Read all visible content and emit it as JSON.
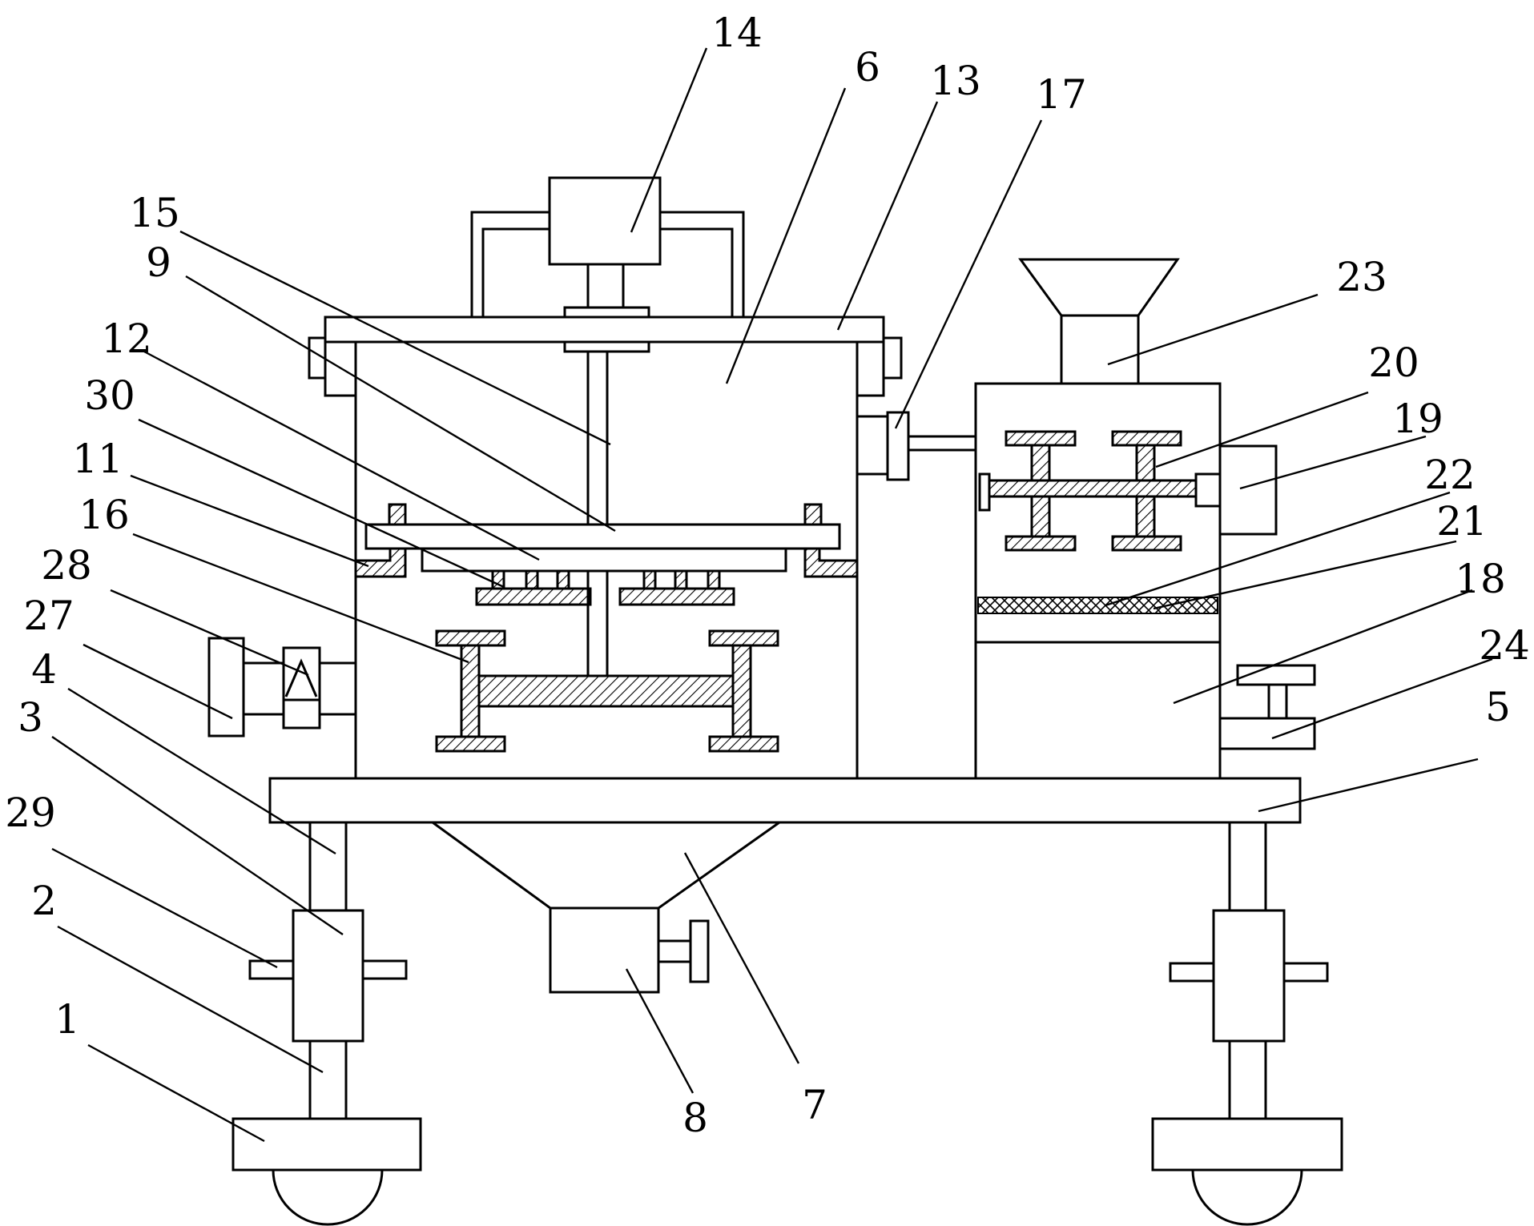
{
  "labels": [
    {
      "id": "1",
      "text": "1"
    },
    {
      "id": "2",
      "text": "2"
    },
    {
      "id": "3",
      "text": "3"
    },
    {
      "id": "4",
      "text": "4"
    },
    {
      "id": "5",
      "text": "5"
    },
    {
      "id": "6",
      "text": "6"
    },
    {
      "id": "7",
      "text": "7"
    },
    {
      "id": "8",
      "text": "8"
    },
    {
      "id": "9",
      "text": "9"
    },
    {
      "id": "11",
      "text": "11"
    },
    {
      "id": "12",
      "text": "12"
    },
    {
      "id": "13",
      "text": "13"
    },
    {
      "id": "14",
      "text": "14"
    },
    {
      "id": "15",
      "text": "15"
    },
    {
      "id": "16",
      "text": "16"
    },
    {
      "id": "17",
      "text": "17"
    },
    {
      "id": "18",
      "text": "18"
    },
    {
      "id": "19",
      "text": "19"
    },
    {
      "id": "20",
      "text": "20"
    },
    {
      "id": "21",
      "text": "21"
    },
    {
      "id": "22",
      "text": "22"
    },
    {
      "id": "23",
      "text": "23"
    },
    {
      "id": "24",
      "text": "24"
    },
    {
      "id": "27",
      "text": "27"
    },
    {
      "id": "28",
      "text": "28"
    },
    {
      "id": "29",
      "text": "29"
    },
    {
      "id": "30",
      "text": "30"
    }
  ]
}
